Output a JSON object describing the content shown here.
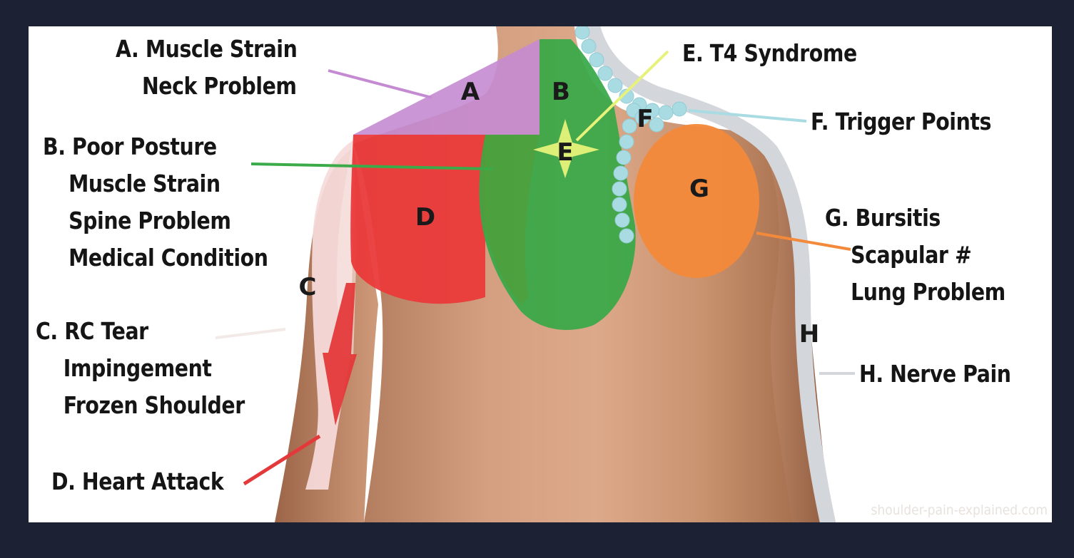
{
  "conditions": {
    "A": {
      "letter": "A",
      "lines": [
        "A. Muscle Strain",
        "Neck Problem"
      ],
      "color": "#c58bd2"
    },
    "B": {
      "letter": "B",
      "lines": [
        "B. Poor Posture",
        "Muscle Strain",
        "Spine Problem",
        "Medical Condition"
      ],
      "color": "#3bab4a"
    },
    "C": {
      "letter": "C",
      "lines": [
        "C. RC Tear",
        "Impingement",
        "Frozen Shoulder"
      ],
      "color": "#f6dcdb"
    },
    "D": {
      "letter": "D",
      "lines": [
        "D. Heart Attack"
      ],
      "color": "#ea3a3a"
    },
    "E": {
      "letter": "E",
      "lines": [
        "E. T4 Syndrome"
      ],
      "color": "#e7f27a"
    },
    "F": {
      "letter": "F",
      "lines": [
        "F. Trigger Points"
      ],
      "color": "#a9dbe3"
    },
    "G": {
      "letter": "G",
      "lines": [
        "G. Bursitis",
        "Scapular #",
        "Lung Problem"
      ],
      "color": "#f3893a"
    },
    "H": {
      "letter": "H",
      "lines": [
        "H. Nerve Pain"
      ],
      "color": "#d3d6da"
    }
  },
  "watermark": "shoulder-pain-explained.com"
}
